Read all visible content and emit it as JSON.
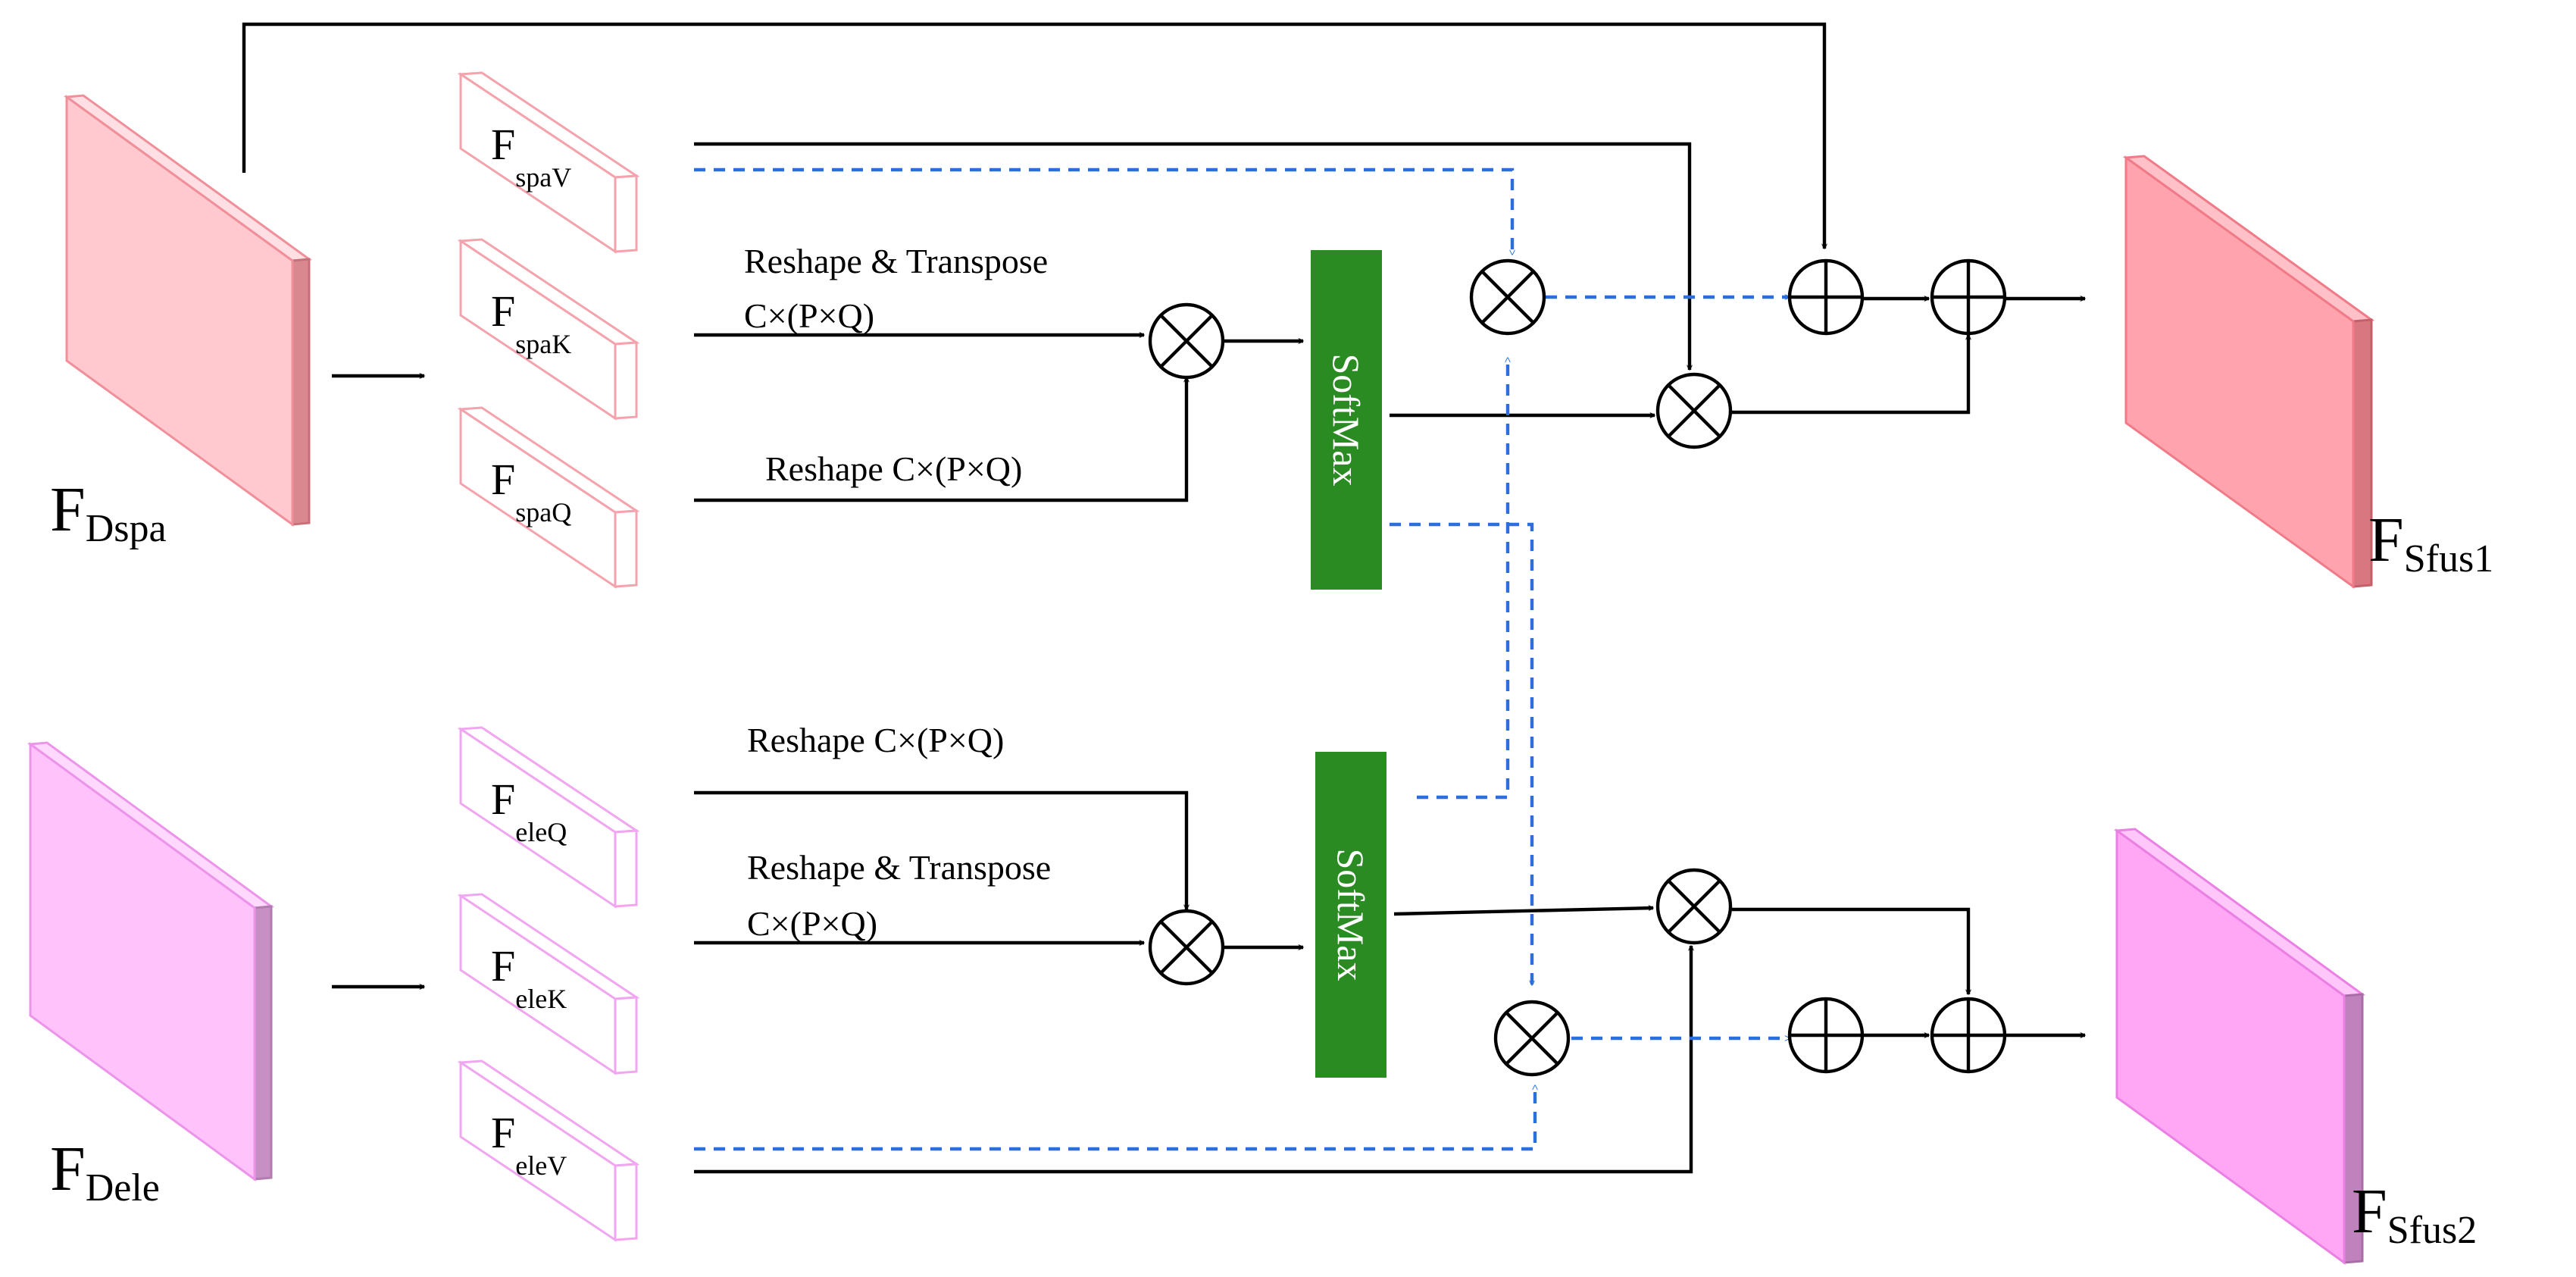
{
  "inputs": {
    "spa": {
      "main": "F",
      "sub": "Dspa"
    },
    "ele": {
      "main": "F",
      "sub": "Dele"
    }
  },
  "features": {
    "spaV": {
      "main": "F",
      "sub": "spaV"
    },
    "spaK": {
      "main": "F",
      "sub": "spaK"
    },
    "spaQ": {
      "main": "F",
      "sub": "spaQ"
    },
    "eleQ": {
      "main": "F",
      "sub": "eleQ"
    },
    "eleK": {
      "main": "F",
      "sub": "eleK"
    },
    "eleV": {
      "main": "F",
      "sub": "eleV"
    }
  },
  "labels": {
    "top_reshape_transpose": "Reshape & Transpose",
    "top_reshape_transpose_dim": "C×(P×Q)",
    "top_reshape": "Reshape C×(P×Q)",
    "bottom_reshape": "Reshape C×(P×Q)",
    "bottom_reshape_transpose": "Reshape & Transpose",
    "bottom_reshape_transpose_dim": "C×(P×Q)"
  },
  "softmax": {
    "top": "SoftMax",
    "bottom": "SoftMax"
  },
  "outputs": {
    "sfus1": {
      "main": "F",
      "sub": "Sfus1"
    },
    "sfus2": {
      "main": "F",
      "sub": "Sfus2"
    }
  },
  "colors": {
    "spa_box": "#ffc9cf",
    "spa_box_top": "#ffdfe3",
    "spa_box_side": "#d98890",
    "spa_feature_border": "#f4a3ac",
    "ele_box": "#ffc2fb",
    "ele_box_top": "#ffd9fd",
    "ele_box_side": "#c790c4",
    "ele_feature_border": "#f0a6f0",
    "sfus1_box": "#ffa4ae",
    "sfus1_box_top": "#ffc0c7",
    "sfus1_box_side": "#d97780",
    "sfus2_box": "#ffa6f5",
    "sfus2_box_top": "#ffc6f9",
    "sfus2_box_side": "#c082bd",
    "softmax": "#2a8b22",
    "dashed_arrow": "#2a6fdb",
    "solid_arrow": "#000000"
  }
}
